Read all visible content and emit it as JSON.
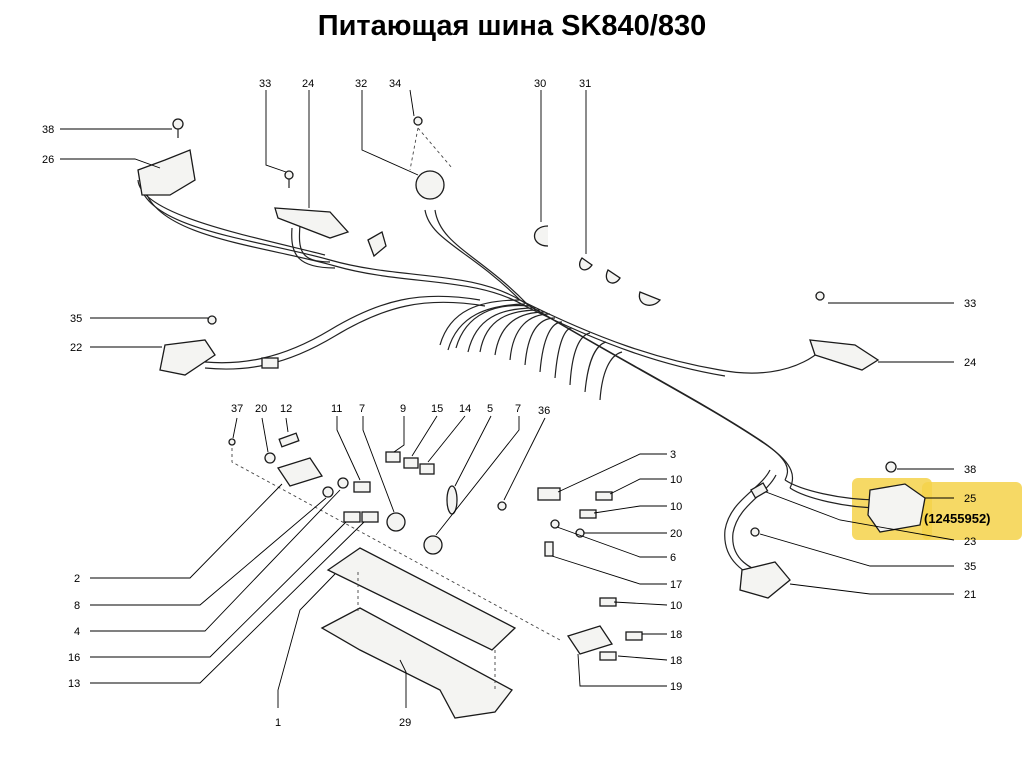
{
  "title": "Питающая шина SK840/830",
  "highlight_color": "#f5d24a",
  "labels": {
    "l1": "1",
    "l2": "2",
    "l3": "3",
    "l4": "4",
    "l5": "5",
    "l6": "6",
    "l7a": "7",
    "l7b": "7",
    "l8": "8",
    "l9": "9",
    "l10a": "10",
    "l10b": "10",
    "l10c": "10",
    "l11": "11",
    "l12": "12",
    "l13": "13",
    "l14": "14",
    "l15": "15",
    "l16": "16",
    "l17": "17",
    "l18a": "18",
    "l18b": "18",
    "l19": "19",
    "l20a": "20",
    "l20b": "20",
    "l21": "21",
    "l22": "22",
    "l23": "23",
    "l24a": "24",
    "l24b": "24",
    "l25": "25",
    "l26": "26",
    "l29": "29",
    "l30": "30",
    "l31": "31",
    "l32": "32",
    "l33a": "33",
    "l33b": "33",
    "l34": "34",
    "l35a": "35",
    "l35b": "35",
    "l36": "36",
    "l37": "37",
    "l38a": "38",
    "l38b": "38"
  },
  "part_number": "(12455952)"
}
